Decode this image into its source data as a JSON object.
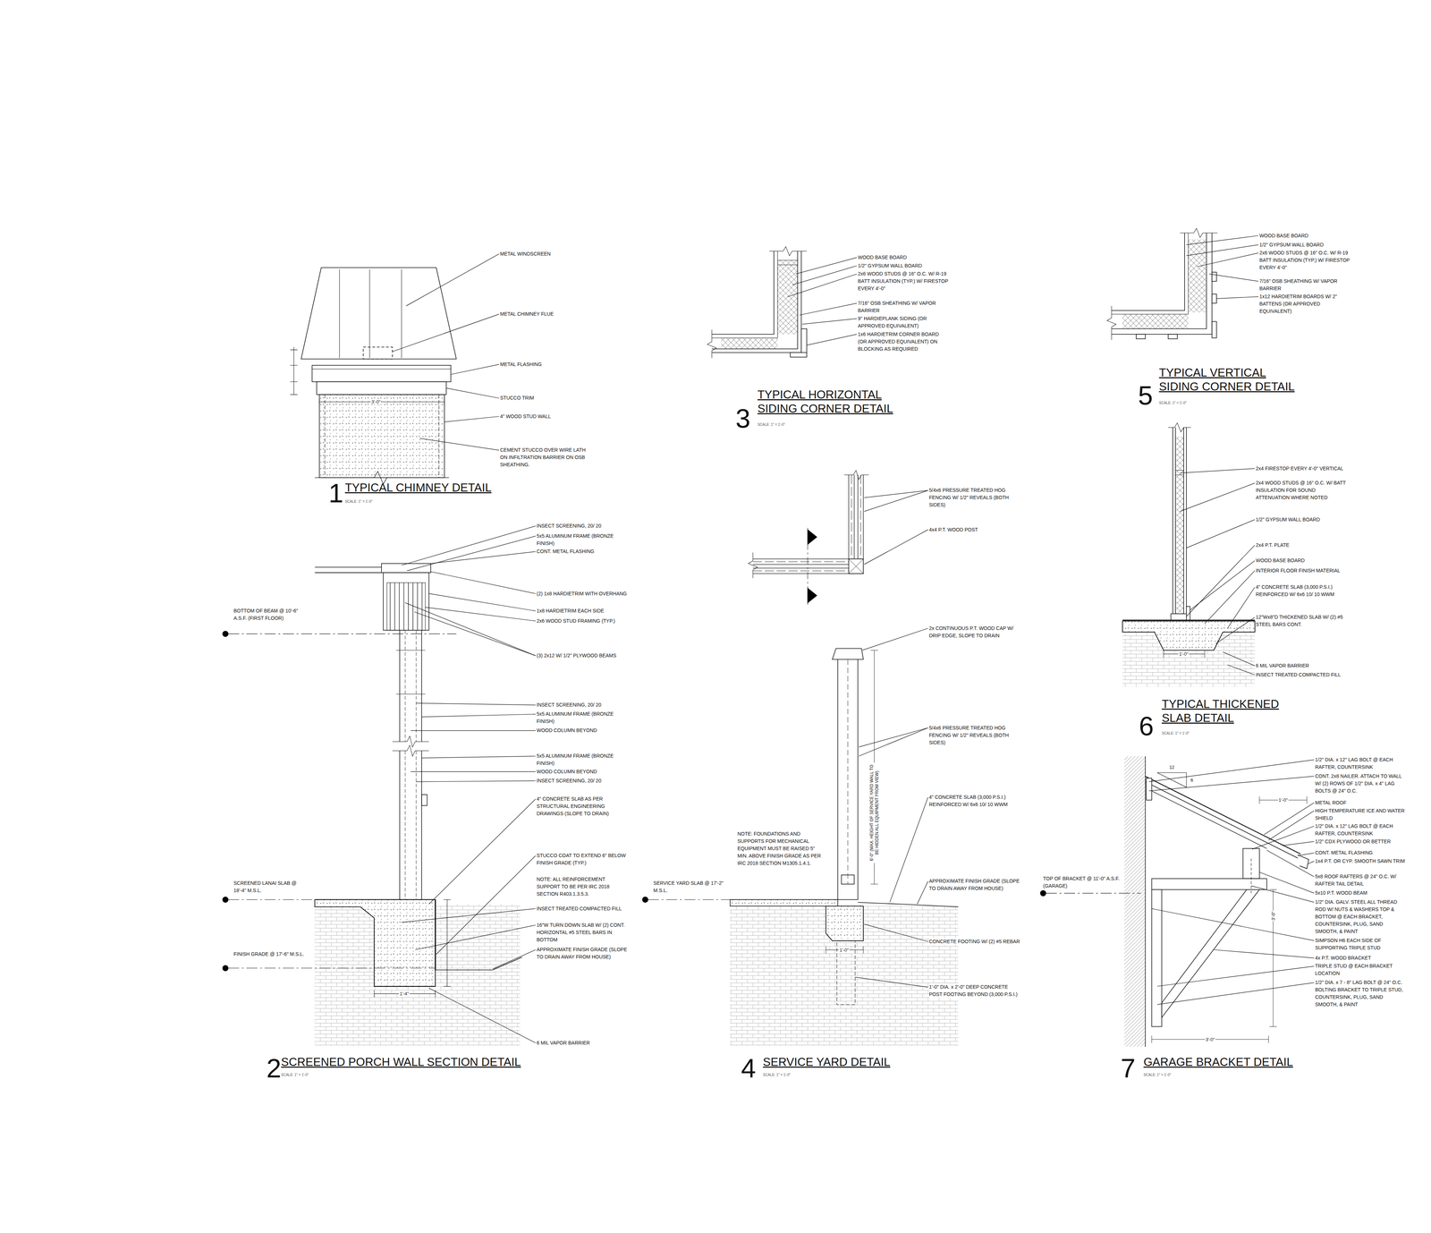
{
  "diagram": {
    "labels": [
      "METAL WINDSCREEN",
      "METAL CHIMNEY FLUE",
      "METAL FLASHING",
      "STUCCO TRIM",
      "4\" WOOD STUD WALL",
      "CEMENT STUCCO OVER WIRE LATH ON INFILTRATION BARRIER ON OSB SHEATHING.",
      "3'-0\"",
      "1",
      "TYPICAL CHIMNEY DETAIL",
      "SCALE: 1\" = 1'-0\"",
      "INSECT SCREENING, 20/ 20",
      "5x5 ALUMINUM FRAME (BRONZE FINISH)",
      "CONT. METAL FLASHING",
      "(2) 1x8 HARDIETRIM WITH OVERHANG",
      "1x8 HARDIETRIM EACH SIDE",
      "2x6 WOOD STUD FRAMING (TYP.)",
      "(3) 2x12 W/ 1/2\" PLYWOOD BEAMS",
      "BOTTOM OF BEAM @ 10'-6\" A.S.F. (FIRST FLOOR)",
      "INSECT SCREENING, 20/ 20",
      "5x5 ALUMINUM FRAME (BRONZE FINISH)",
      "WOOD COLUMN BEYOND",
      "5x5 ALUMINUM FRAME (BRONZE FINISH)",
      "WOOD COLUMN BEYOND",
      "INSECT SCREENING, 20/ 20",
      "4\" CONCRETE SLAB AS PER STRUCTURAL ENGINEERING DRAWINGS (SLOPE TO DRAIN)",
      "STUCCO COAT TO EXTEND 6\" BELOW FINISH GRADE (TYP.)",
      "NOTE: ALL REINFORCEMENT SUPPORT TO BE PER IRC 2018 SECTION R403.1.3.5.3.",
      "INSECT TREATED COMPACTED FILL",
      "16\"W TURN DOWN SLAB W/ (2) CONT. HORIZONTAL #5 STEEL BARS IN BOTTOM",
      "APPROXIMATE FINISH GRADE (SLOPE TO DRAIN AWAY FROM HOUSE)",
      "6 MIL VAPOR BARRIER",
      "SCREENED LANAI SLAB @ 18'-4\" M.S.L.",
      "FINISH GRADE @ 17'-6\" M.S.L.",
      "1'-4\"",
      "2",
      "SCREENED PORCH WALL SECTION DETAIL",
      "SCALE: 1\" = 1'-0\"",
      "WOOD BASE BOARD",
      "1/2\" GYPSUM WALL BOARD",
      "2x6 WOOD STUDS @ 16\" O.C. W/ R-19 BATT INSULATION (TYP.) W/ FIRESTOP EVERY 4'-0\"",
      "7/16\" OSB SHEATHING W/ VAPOR BARRIER",
      "9\" HARDIEPLANK SIDING (OR APPROVED EQUIVALENT)",
      "1x6 HARDIETRIM CORNER BOARD (OR APPROVED EQUIVALENT) ON BLOCKING AS REQUIRED",
      "3",
      "TYPICAL HORIZONTAL SIDING CORNER DETAIL",
      "SCALE: 1\" = 1'-0\"",
      "WOOD BASE BOARD",
      "1/2\" GYPSUM WALL BOARD",
      "2x6 WOOD STUDS @ 16\" O.C. W/ R-19 BATT INSULATION (TYP.) W/ FIRESTOP EVERY 4'-0\"",
      "7/16\" OSB SHEATHING W/ VAPOR BARRIER",
      "1x12 HARDIETRIM BOARDS W/ 2\" BATTENS (OR APPROVED EQUIVALENT)",
      "5",
      "TYPICAL VERTICAL SIDING CORNER DETAIL",
      "SCALE: 1\" = 1'-0\"",
      "2x4 FIRESTOP EVERY 4'-0\" VERTICAL",
      "2x4 WOOD STUDS @ 16\" O.C. W/ BATT INSULATION FOR SOUND ATTENUATION WHERE NOTED",
      "1/2\" GYPSUM WALL BOARD",
      "2x4 P.T. PLATE",
      "WOOD BASE BOARD",
      "INTERIOR FLOOR FINISH MATERIAL",
      "4\" CONCRETE SLAB (3,000 P.S.I.) REINFORCED W/ 6x6 10/ 10 WWM",
      "12\"Wx8\"D THICKENED SLAB W/ (2) #5 STEEL BARS CONT.",
      "1'-0\"",
      "6 MIL VAPOR BARRIER",
      "INSECT TREATED COMPACTED FILL",
      "6",
      "TYPICAL THICKENED SLAB DETAIL",
      "SCALE: 1\" = 1'-0\"",
      "5/4x6 PRESSURE TREATED HOG FENCING W/ 1/2\" REVEALS (BOTH SIDES)",
      "4x4 P.T. WOOD POST",
      "2x CONTINUOUS P.T. WOOD CAP W/ DRIP EDGE, SLOPE TO DRAIN",
      "5/4x6 PRESSURE TREATED HOG FENCING W/ 1/2\" REVEALS (BOTH SIDES)",
      "4\" CONCRETE SLAB (3,000 P.S.I.) REINFORCED W/ 6x6 10/ 10 WWM",
      "NOTE: FOUNDATIONS AND SUPPORTS FOR MECHANICAL EQUIPMENT MUST BE RAISED 5\" MIN. ABOVE FINISH GRADE AS PER IRC 2018 SECTION M1305.1.4.1.",
      "APPROXIMATE FINISH GRADE (SLOPE TO DRAIN AWAY FROM HOUSE)",
      "CONCRETE FOOTING W/ (2) #5 REBAR",
      "1'-0\" DIA. x 2'-0\" DEEP CONCRETE POST FOOTING BEYOND (3,000 P.S.I.)",
      "SERVICE YARD SLAB @ 17'-2\" M.S.L.",
      "6'-0\" (MAX. HEIGHT OF SERVICE YARD WALL TO BE HIDDEN ALL EQUIPMENT FROM VIEW)",
      "1'-0\"",
      "4",
      "SERVICE YARD DETAIL",
      "SCALE: 1\" = 1'-0\"",
      "12",
      "6",
      "1/2\" DIA. x 12\" LAG BOLT @ EACH RAFTER, COUNTERSINK",
      "CONT. 2x8 NAILER. ATTACH TO WALL W/ (2) ROWS OF 1/2\" DIA. x 4\" LAG BOLTS @ 24\" O.C.",
      "METAL ROOF",
      "HIGH TEMPERATURE ICE AND WATER SHIELD",
      "1/2\" DIA. x 12\" LAG BOLT @ EACH RAFTER, COUNTERSINK",
      "1/2\" CDX PLYWOOD OR BETTER",
      "CONT. METAL FLASHING",
      "1x4 P.T. OR CYP. SMOOTH SAWN TRIM",
      "5x8 ROOF RAFTERS @ 24\" O.C. W/ RAFTER TAIL DETAIL",
      "5x10 P.T. WOOD BEAM",
      "1/2\" DIA. GALV. STEEL ALL THREAD ROD W/ NUTS & WASHERS TOP & BOTTOM @ EACH BRACKET, COUNTERSINK, PLUG, SAND SMOOTH, & PAINT",
      "SIMPSON H6 EACH SIDE OF SUPPORTING TRIPLE STUD",
      "4x P.T. WOOD BRACKET",
      "TRIPLE STUD @ EACH BRACKET LOCATION",
      "1/2\" DIA. x 7 - 8\" LAG BOLT @ 24\" O.C. BOLTING BRACKET TO TRIPLE STUD, COUNTERSINK, PLUG, SAND SMOOTH, & PAINT",
      "TOP OF BRACKET @ 11'-0\" A.S.F. (GARAGE)",
      "1'-0\"",
      "3'-0\"",
      "3'-0\"",
      "7",
      "GARAGE BRACKET DETAIL",
      "SCALE: 1\" = 1'-0\""
    ]
  }
}
